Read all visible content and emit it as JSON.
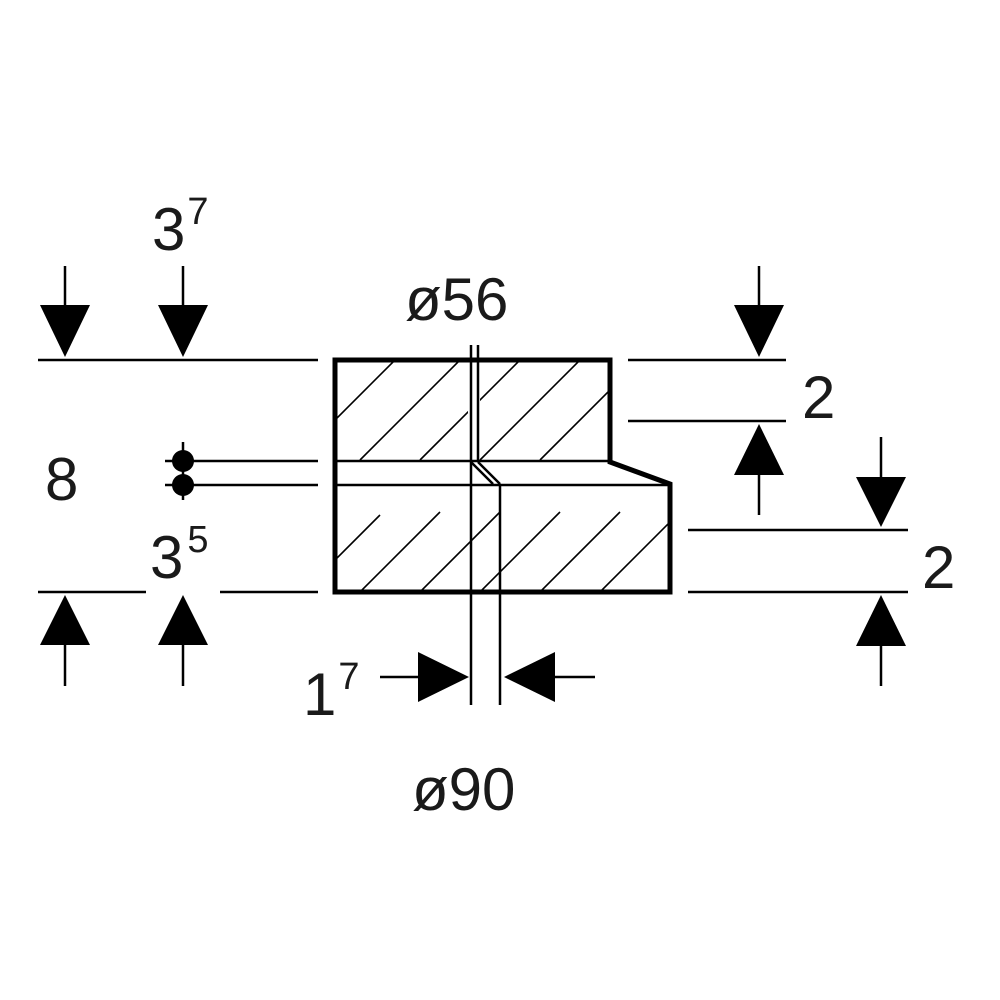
{
  "dimensions": {
    "top_left_total": {
      "base": "3",
      "exp": "7"
    },
    "bottom_left_total": {
      "base": "3",
      "exp": "5"
    },
    "middle_left": "8",
    "top_right_step": "2",
    "bottom_right_step": "2",
    "top_diameter": "ø56",
    "bottom_diameter": "ø90",
    "offset": {
      "base": "1",
      "exp": "7"
    }
  },
  "colors": {
    "ink": "#000000",
    "text": "#1a1a1a",
    "background": "#ffffff"
  }
}
